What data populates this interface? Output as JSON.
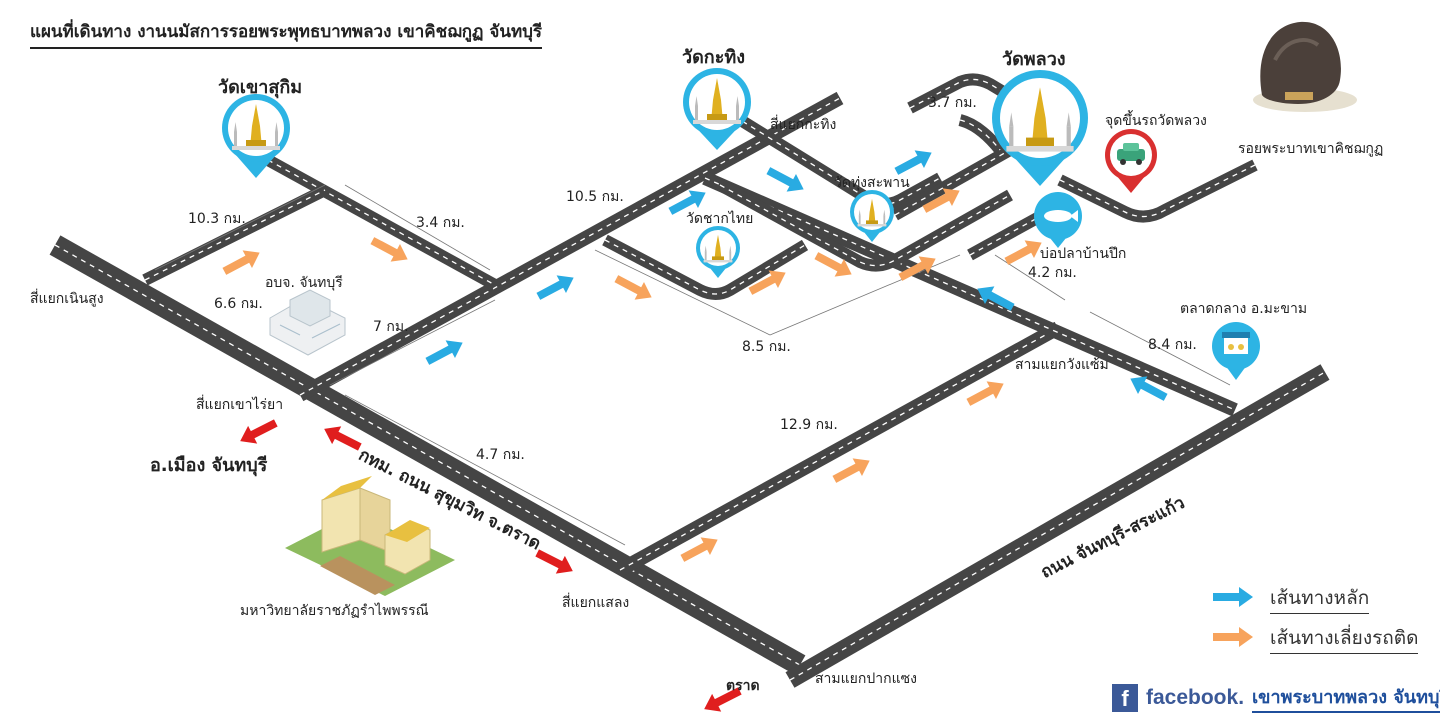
{
  "title": "แผนที่เดินทาง งานนมัสการรอยพระพุทธบาทพลวง เขาคิชฌกูฏ จันทบุรี",
  "temples": {
    "wat_khao_sukim": "วัดเขาสุกิม",
    "wat_krathing": "วัดกะทิง",
    "wat_phluang": "วัดพลวง",
    "wat_thung_saphan": "วัดทุ่งสะพาน",
    "wat_chak_thai": "วัดชากไทย"
  },
  "places": {
    "footprint": "รอยพระบาทเขาคิชฌกูฏ",
    "pickup_point": "จุดขึ้นรถวัดพลวง",
    "fish_pond": "บ่อปลาบ้านปึก",
    "provincial_office": "อบจ. จันทบุรี",
    "market": "ตลาดกลาง อ.มะขาม",
    "university": "มหาวิทยาลัยราชภัฏรำไพพรรณี",
    "mueang": "อ.เมือง จันทบุรี",
    "trat": "ตราด"
  },
  "junctions": {
    "noen_sung": "สี่แยกเนินสูง",
    "khao_rai_ya": "สี่แยกเขาไร่ยา",
    "krathing": "สี่แยกกะทิง",
    "wang_saem": "สามแยกวังแซ้ม",
    "saeng": "สี่แยกแสลง",
    "pak_saeng": "สามแยกปากแซง"
  },
  "roads": {
    "sukhumvit": "กทม. ถนน สุขุมวิท จ.ตราด",
    "chanthaburi_sakaeo": "ถนน จันทบุรี-สระแก้ว"
  },
  "distances": {
    "d_10_3": "10.3 กม.",
    "d_3_4": "3.4 กม.",
    "d_10_5": "10.5 กม.",
    "d_3_7": "3.7 กม.",
    "d_6_6": "6.6 กม.",
    "d_7": "7 กม.",
    "d_8_5": "8.5 กม.",
    "d_4_2": "4.2 กม.",
    "d_8_4": "8.4 กม.",
    "d_4_7": "4.7 กม.",
    "d_12_9": "12.9 กม."
  },
  "legend": {
    "main_route": "เส้นทางหลัก",
    "bypass_route": "เส้นทางเลี่ยงรถติด"
  },
  "footer": {
    "facebook_letter": "f",
    "facebook_word": "facebook.",
    "page_name": "เขาพระบาทพลวง จันทบุรี"
  },
  "colors": {
    "main_arrow": "#29abe2",
    "bypass_arrow": "#f7a35c",
    "direction_arrow": "#e01e1e",
    "road": "#454545",
    "pin": "#2db4e4",
    "pickup_pin": "#d93030"
  }
}
